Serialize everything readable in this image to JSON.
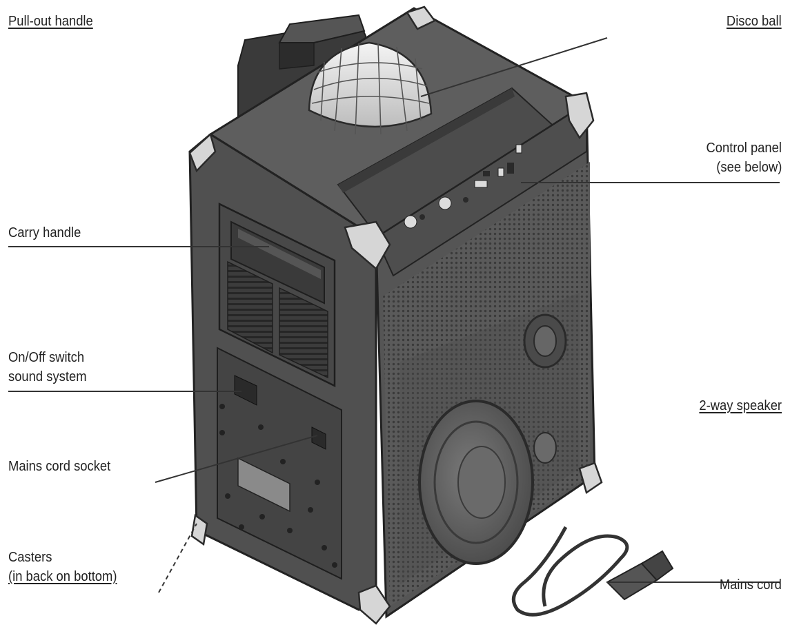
{
  "labels": {
    "pull_out_handle": "Pull-out handle",
    "disco_ball": "Disco ball",
    "control_panel_1": "Control panel",
    "control_panel_2": "(see below)",
    "carry_handle": "Carry handle",
    "on_off_1": "On/Off switch",
    "on_off_2": "sound system",
    "two_way_speaker": "2-way speaker",
    "mains_cord_socket": "Mains cord socket",
    "casters_1": "Casters",
    "casters_2": "(in back on bottom)",
    "mains_cord": "Mains cord"
  },
  "colors": {
    "body_dark": "#4a4a4a",
    "body_mid": "#5c5c5c",
    "body_light": "#6e6e6e",
    "edge": "#2a2a2a",
    "corner": "#d8d8d8",
    "grille": "#555555",
    "text": "#222222",
    "leader": "#333333"
  }
}
